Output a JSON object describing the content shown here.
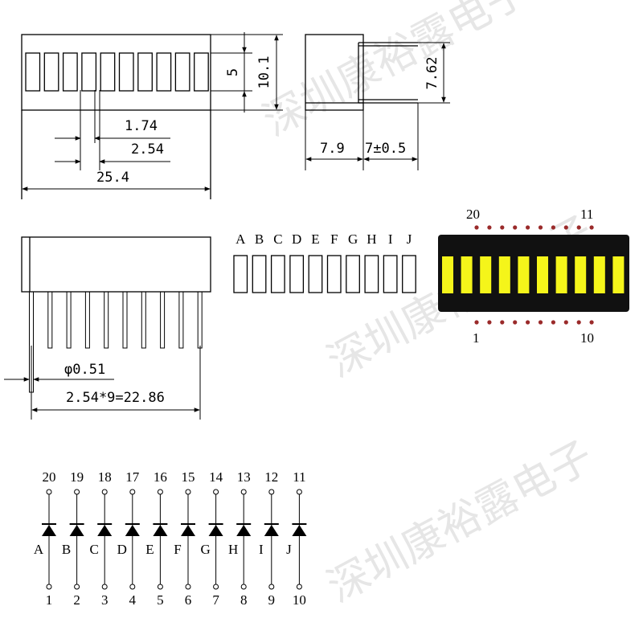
{
  "watermark": {
    "text": "深圳康裕露电子"
  },
  "front_view": {
    "dim_pitch_seg": "1.74",
    "dim_pitch": "2.54",
    "dim_length": "25.4",
    "dim_seg_height": "5",
    "dim_height": "10.1"
  },
  "side_view": {
    "dim_lead_spacing": "7.62",
    "dim_body_depth": "7.9",
    "dim_lead_len": "7±0.5"
  },
  "pin_view": {
    "dim_lead_dia": "φ0.51",
    "dim_lead_span": "2.54*9=22.86"
  },
  "segment_letters": [
    "A",
    "B",
    "C",
    "D",
    "E",
    "F",
    "G",
    "H",
    "I",
    "J"
  ],
  "led_photo": {
    "pin_top_left": "20",
    "pin_top_right": "11",
    "pin_bottom_left": "1",
    "pin_bottom_right": "10",
    "colors": {
      "body": "#111111",
      "segment": "#f5f51a",
      "pin_dot": "#9a2a2a"
    }
  },
  "schematic": {
    "top_pins": [
      "20",
      "19",
      "18",
      "17",
      "16",
      "15",
      "14",
      "13",
      "12",
      "11"
    ],
    "bottom_pins": [
      "1",
      "2",
      "3",
      "4",
      "5",
      "6",
      "7",
      "8",
      "9",
      "10"
    ],
    "diode_letters": [
      "A",
      "B",
      "C",
      "D",
      "E",
      "F",
      "G",
      "H",
      "I",
      "J"
    ]
  }
}
